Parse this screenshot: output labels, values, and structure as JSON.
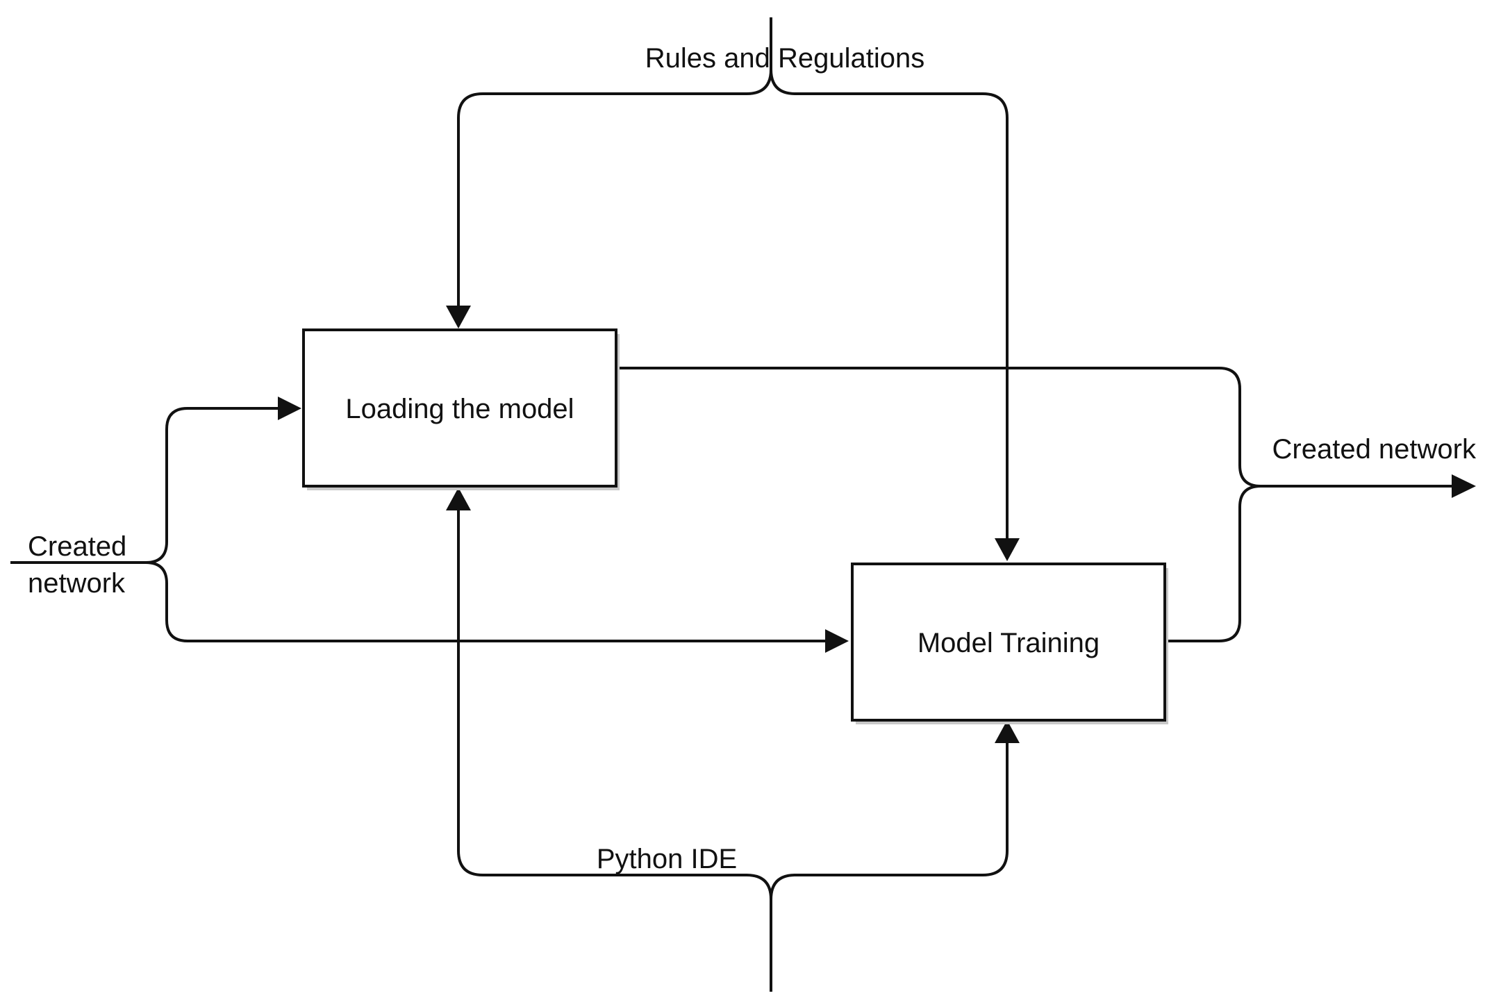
{
  "diagram": {
    "boxes": {
      "loading": {
        "label": "Loading the model"
      },
      "training": {
        "label": "Model Training"
      }
    },
    "labels": {
      "control_top": "Rules and Regulations",
      "mechanism_bottom": "Python IDE",
      "input_left_line1": "Created",
      "input_left_line2": "network",
      "output_right": "Created network"
    },
    "colors": {
      "line": "#111111",
      "background": "#ffffff",
      "box_fill": "#ffffff",
      "shadow": "#c8c8c8"
    }
  }
}
